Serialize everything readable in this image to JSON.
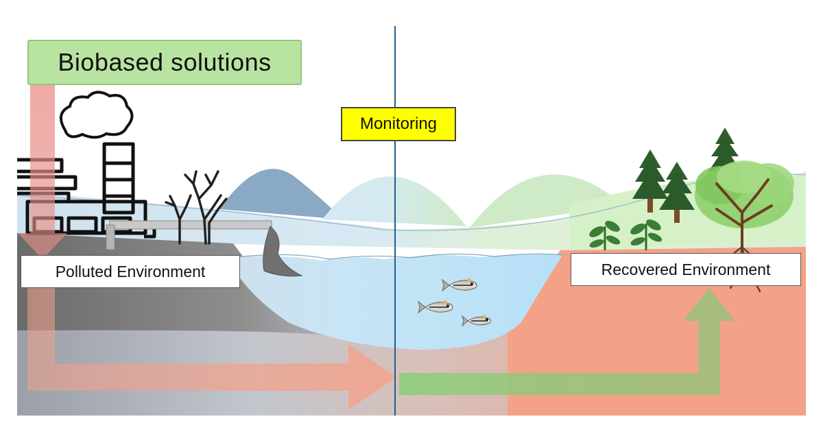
{
  "labels": {
    "biobased": "Biobased solutions",
    "monitoring": "Monitoring",
    "polluted": "Polluted Environment",
    "recovered": "Recovered Environment"
  },
  "colors": {
    "biobased_box": "#b9e3a1",
    "monitoring_box": "#ffff00",
    "polluted_arrow": "#f0a08c",
    "recovery_arrow": "#8fc77a",
    "divider": "#1f5f8b",
    "water": "#bfe2f5",
    "polluted_ground": "#6e6e6e",
    "recovered_ground": "#f2a088"
  },
  "icons": [
    "factory-icon",
    "smoke-cloud-icon",
    "dead-tree-icon",
    "pipe-icon",
    "pine-tree-icon",
    "seedling-icon",
    "leafy-tree-icon",
    "fish-icon"
  ]
}
